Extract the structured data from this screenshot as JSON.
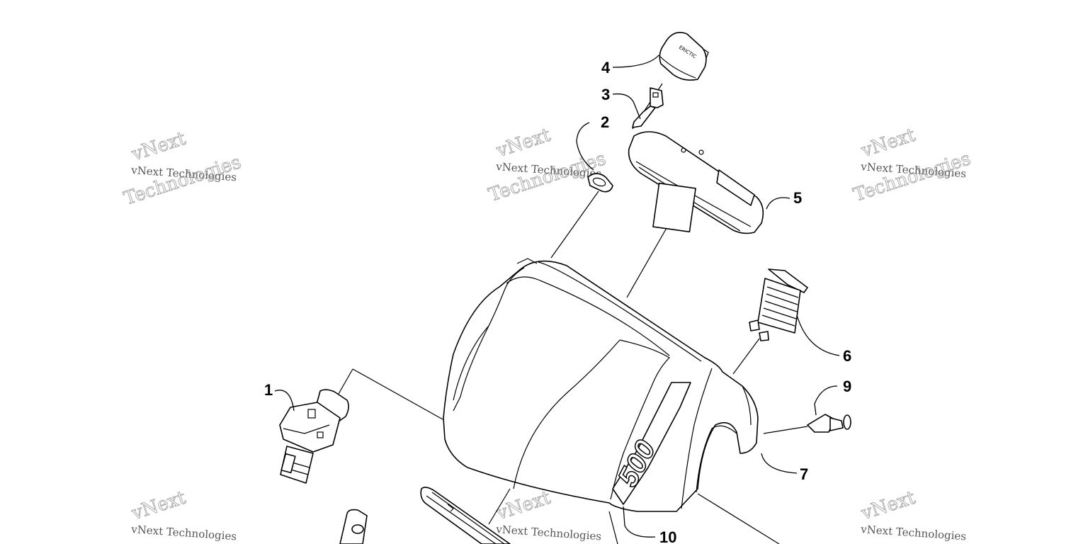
{
  "diagram": {
    "callouts": [
      {
        "id": "1",
        "label": "1"
      },
      {
        "id": "2",
        "label": "2"
      },
      {
        "id": "3",
        "label": "3"
      },
      {
        "id": "4",
        "label": "4"
      },
      {
        "id": "5",
        "label": "5"
      },
      {
        "id": "6",
        "label": "6"
      },
      {
        "id": "7",
        "label": "7"
      },
      {
        "id": "9",
        "label": "9"
      },
      {
        "id": "10",
        "label": "10"
      }
    ],
    "hood_decal": "500",
    "cap_label": "ERICTIC"
  },
  "watermark": {
    "line1": "vNext Technologies",
    "line2": "Technologies",
    "line3": "vNext"
  }
}
